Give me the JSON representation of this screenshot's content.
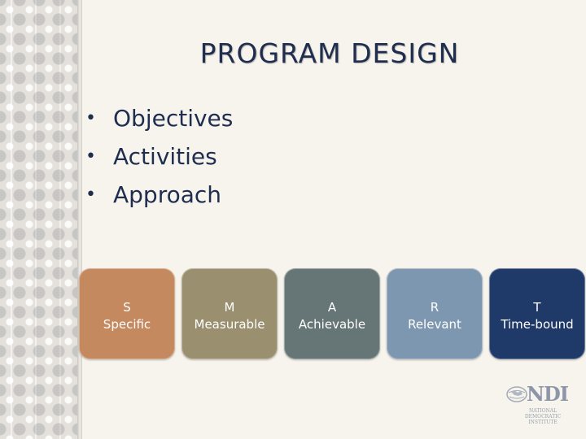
{
  "slide": {
    "title": "PROGRAM DESIGN",
    "bullets": [
      "Objectives",
      "Activities",
      "Approach"
    ]
  },
  "smart": [
    {
      "letter": "S",
      "word": "Specific",
      "color": "#c4895f"
    },
    {
      "letter": "M",
      "word": "Measurable",
      "color": "#9a9070"
    },
    {
      "letter": "A",
      "word": "Achievable",
      "color": "#667676"
    },
    {
      "letter": "R",
      "word": "Relevant",
      "color": "#7e97b0"
    },
    {
      "letter": "T",
      "word": "Time-bound",
      "color": "#1f3a68"
    }
  ],
  "logo": {
    "name": "NDI",
    "subtitle": [
      "NATIONAL",
      "DEMOCRATIC",
      "INSTITUTE"
    ]
  }
}
